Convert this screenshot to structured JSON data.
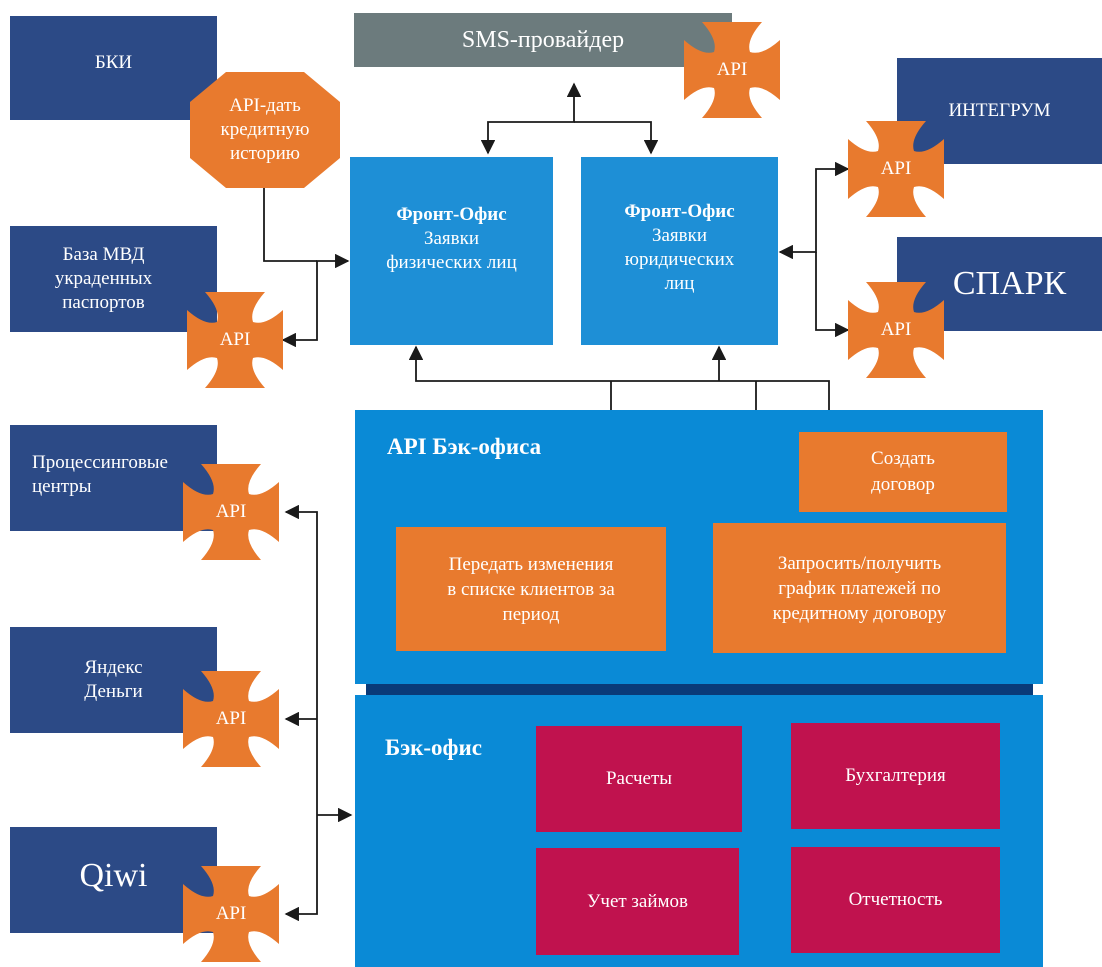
{
  "nodes": {
    "bki": "БКИ",
    "bki_api": "API-дать\nкредитную\nисторию",
    "sms": "SMS-провайдер",
    "sms_api": "API",
    "integrum": "ИНТЕГРУМ",
    "integrum_api": "API",
    "spark": "СПАРК",
    "spark_api": "API",
    "mvd": "База МВД\nукраденных\nпаспортов",
    "mvd_api": "API",
    "front_fl_title": "Фронт-Офис",
    "front_fl_text": "Заявки\nфизических лиц",
    "front_ul_title": "Фронт-Офис",
    "front_ul_text": "Заявки\nюридических\nлиц",
    "processing": "Процессинговые\nцентры",
    "processing_api": "API",
    "yandex": "Яндекс\nДеньги",
    "yandex_api": "API",
    "qiwi": "Qiwi",
    "qiwi_api": "API",
    "api_backoffice_title": "API Бэк-офиса",
    "create_contract": "Создать\nдоговор",
    "transfer_changes": "Передать изменения\nв списке клиентов за\nпериод",
    "payment_schedule": "Запросить/получить\nграфик платежей по\nкредитному договору",
    "backoffice_title": "Бэк-офис",
    "settlements": "Расчеты",
    "accounting": "Бухгалтерия",
    "loan_accounting": "Учет займов",
    "reporting": "Отчетность"
  },
  "colors": {
    "navy": "#2c4a86",
    "grey": "#6c7b7d",
    "front_blue": "#1e8fd6",
    "panel_blue": "#0a8ad6",
    "divider": "#0a3a78",
    "orange": "#e87a2e",
    "magenta": "#c0124e",
    "arrow": "#1a1a1a"
  }
}
